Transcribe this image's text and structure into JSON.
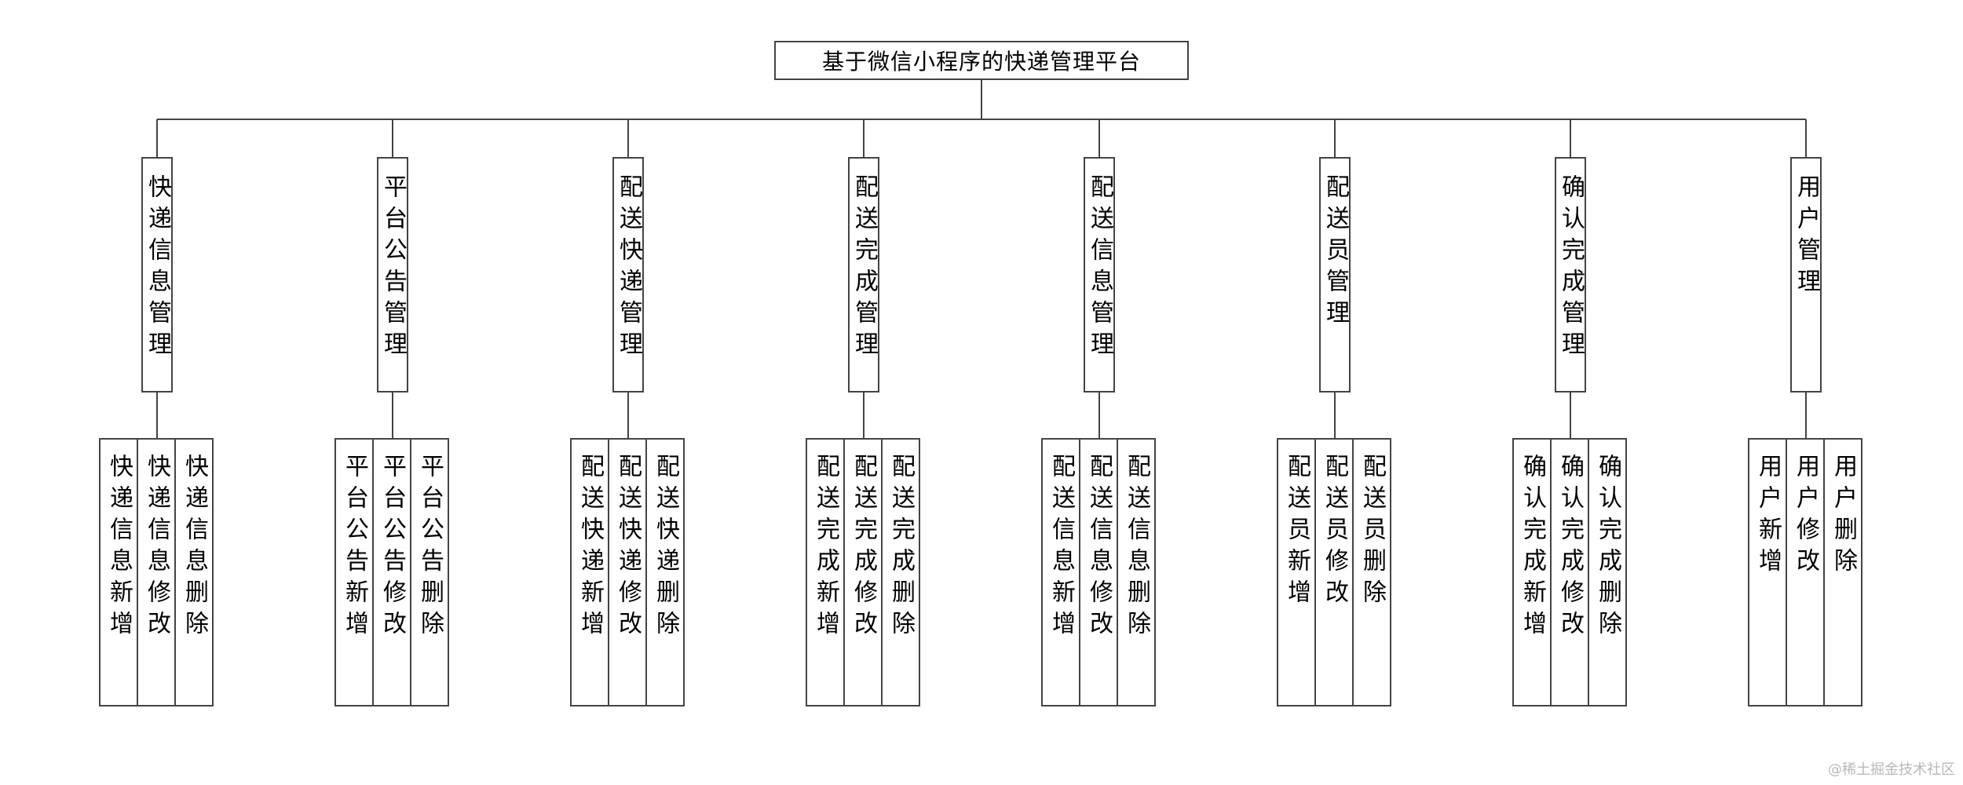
{
  "title": "基于微信小程序的快递管理平台",
  "modules": [
    {
      "label": "快递信息管理",
      "children": [
        "快递信息新增",
        "快递信息修改",
        "快递信息删除"
      ]
    },
    {
      "label": "平台公告管理",
      "children": [
        "平台公告新增",
        "平台公告修改",
        "平台公告删除"
      ]
    },
    {
      "label": "配送快递管理",
      "children": [
        "配送快递新增",
        "配送快递修改",
        "配送快递删除"
      ]
    },
    {
      "label": "配送完成管理",
      "children": [
        "配送完成新增",
        "配送完成修改",
        "配送完成删除"
      ]
    },
    {
      "label": "配送信息管理",
      "children": [
        "配送信息新增",
        "配送信息修改",
        "配送信息删除"
      ]
    },
    {
      "label": "配送员管理",
      "children": [
        "配送员新增",
        "配送员修改",
        "配送员删除"
      ]
    },
    {
      "label": "确认完成管理",
      "children": [
        "确认完成新增",
        "确认完成修改",
        "确认完成删除"
      ]
    },
    {
      "label": "用户管理",
      "children": [
        "用户新增",
        "用户修改",
        "用户删除"
      ]
    }
  ],
  "watermark": "@稀土掘金技术社区",
  "colors": {
    "line": "#444444",
    "border": "#444444",
    "background": "#ffffff",
    "watermark": "#b8b8b8"
  }
}
